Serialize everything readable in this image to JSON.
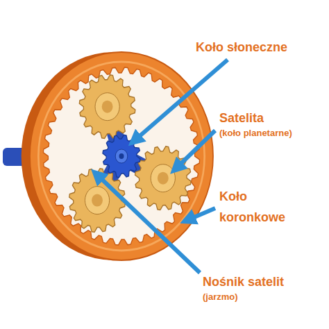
{
  "diagram": {
    "labels": [
      "Koło słoneczne",
      "Satelita",
      "(koło planetarne)",
      "Koło koronkowe",
      "Nośnik satelit",
      "(jarzmo)"
    ]
  }
}
